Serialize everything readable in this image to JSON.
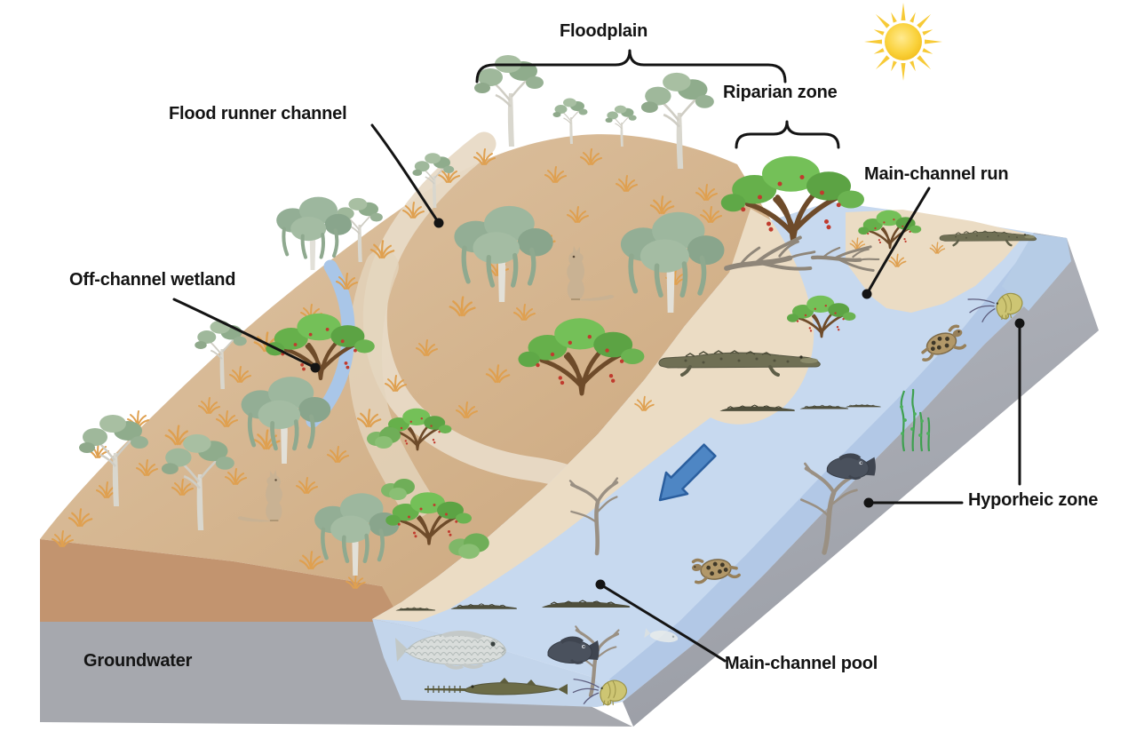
{
  "figure": {
    "type": "illustrated riverine floodplain ecosystem block diagram",
    "background": "#FFFFFF",
    "labels": {
      "floodplain": "Floodplain",
      "riparian_zone": "Riparian zone",
      "flood_runner_channel": "Flood runner channel",
      "off_channel_wetland": "Off-channel wetland",
      "main_channel_run": "Main-channel run",
      "hyporheic_zone": "Hyporheic zone",
      "main_channel_pool": "Main-channel pool",
      "groundwater": "Groundwater"
    },
    "colors": {
      "floodplain_tan": "#D5B691",
      "beach_sand": "#EBDCC4",
      "water_surface": "#C7D9EF",
      "water_deep_band": "#B2C8E6",
      "pool_face_blue": "#C3D5EB",
      "wetland_blue": "#A9C6E8",
      "substrate_gray": "#A7AAB2",
      "soil_brown": "#C2946F",
      "label_text": "#141414",
      "sun_yellow": "#F2BE22",
      "flow_arrow_blue": "#4E86C4",
      "tree_green": "#6AB34E",
      "berry_red": "#C03B2E"
    },
    "icons": [
      "sun-icon",
      "flow-direction-arrow-icon",
      "kangaroo-icon",
      "crocodile-icon",
      "turtle-icon",
      "barramundi-icon",
      "grunter-fish-icon",
      "sawfish-icon",
      "shrimp-icon",
      "water-weed-icon",
      "snag-branch-icon",
      "eucalyptus-tree-icon",
      "paperbark-tree-icon",
      "fruiting-tree-icon",
      "grass-tuft-icon"
    ]
  }
}
